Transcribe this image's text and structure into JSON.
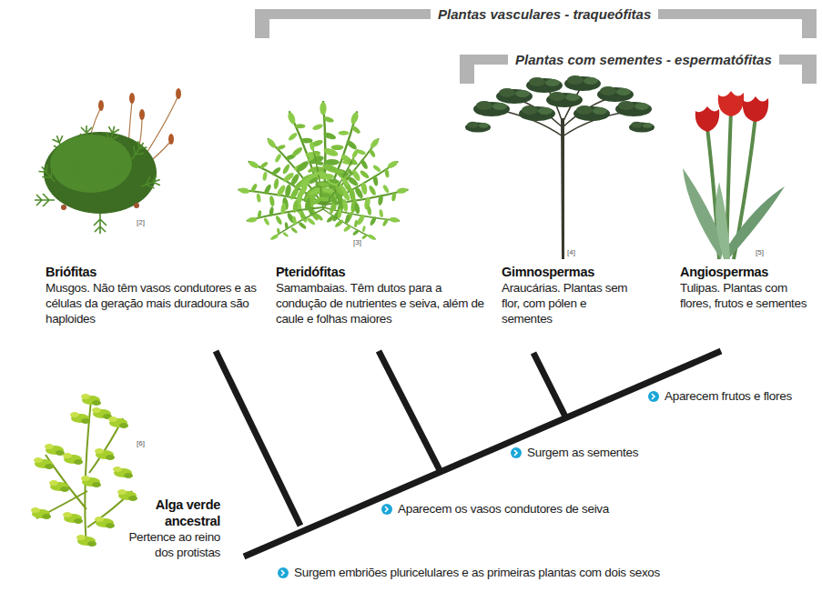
{
  "diagram": {
    "nodes": [
      {
        "text": [
          "Briófitas",
          "Musgos. Não têm vasos condutores e as células da geração mais duradoura são haploides"
        ]
      },
      {
        "text": [
          "Pteridófitas",
          "Samambaias. Têm dutos para a condução de nutrientes e seiva, além de caule e folhas maiores"
        ]
      },
      {
        "text": [
          "Gimnospermas",
          "Araucárias. Plantas sem flor, com pólen e sementes"
        ]
      },
      {
        "text": [
          "Angiospermas",
          "Tulipas. Plantas com flores, frutos e sementes"
        ]
      },
      {
        "text": [
          "Alga verde ancestral",
          "Pertence ao reino dos protistas"
        ]
      }
    ],
    "labels": [
      "Plantas vasculares - traqueófitas",
      "Plantas com sementes - espermatófitas",
      "[2]",
      "[3]",
      "[4]",
      "[5]",
      "[6]",
      "Aparecem frutos e flores",
      "Surgem as sementes",
      "Aparecem os vasos condutores de seiva",
      "Surgem embriões pluricelulares e as primeiras plantas com dois sexos"
    ]
  }
}
